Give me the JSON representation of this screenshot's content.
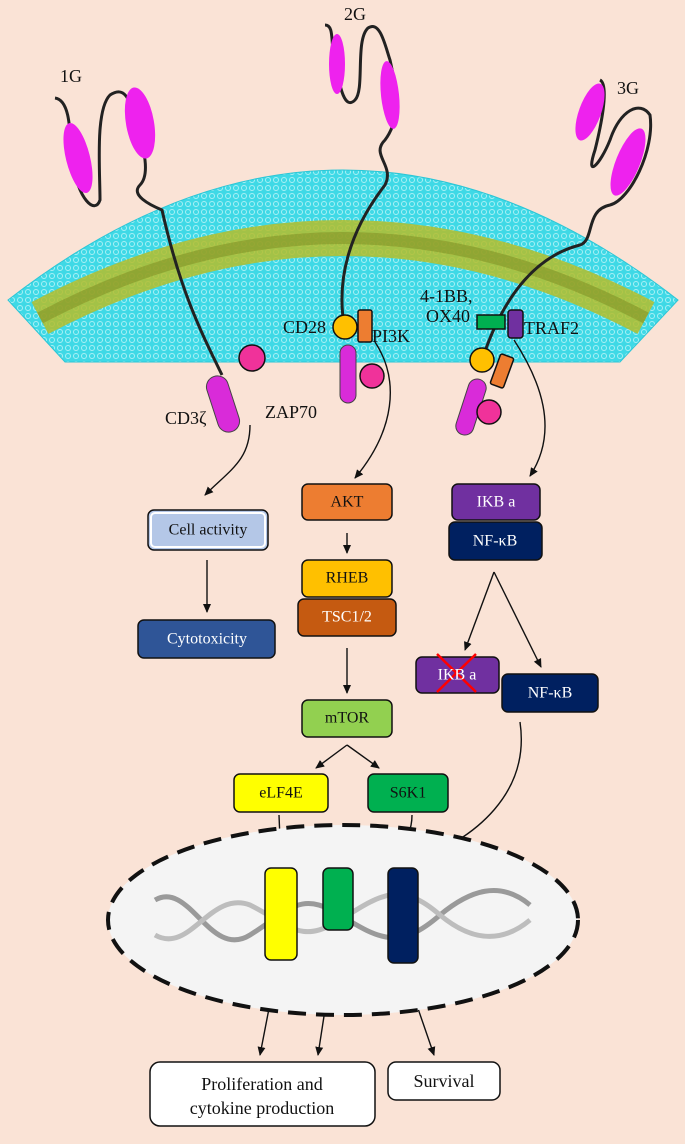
{
  "receptors": {
    "first_gen": "1G",
    "second_gen": "2G",
    "third_gen": "3G"
  },
  "molecules": {
    "cd3z": "CD3ζ",
    "zap70": "ZAP70",
    "cd28": "CD28",
    "pi3k": "PI3K",
    "costim_1": "4-1BB,",
    "costim_2": "OX40",
    "traf2": "TRAF2"
  },
  "boxes": {
    "cell_activity": "Cell activity",
    "cytotoxicity": "Cytotoxicity",
    "akt": "AKT",
    "rheb": "RHEB",
    "tsc": "TSC1/2",
    "mtor": "mTOR",
    "elf4e": "eLF4E",
    "s6k1": "S6K1",
    "ikba": "IKB a",
    "nfkb": "NF-κB",
    "ikba_degraded": "IKB a",
    "nfkb_free": "NF-κB"
  },
  "outcomes": {
    "proliferation_line1": "Proliferation and",
    "proliferation_line2": "cytokine production",
    "survival": "Survival"
  },
  "colors": {
    "background": "#fae3d6",
    "membrane": "#3fd9e6",
    "membrane_core": "#b5bd2a",
    "scfv": "#ee22ee",
    "zap70": "#f0329a",
    "cell_activity": "#b4c7e7",
    "cytotoxicity": "#2f5597",
    "akt": "#ed7d31",
    "rheb": "#ffc000",
    "tsc": "#c55a11",
    "mtor": "#92d050",
    "elf4e": "#ffff00",
    "s6k1": "#00b050",
    "ikba": "#7030a0",
    "nfkb": "#002060",
    "cross": "#ff0000"
  }
}
